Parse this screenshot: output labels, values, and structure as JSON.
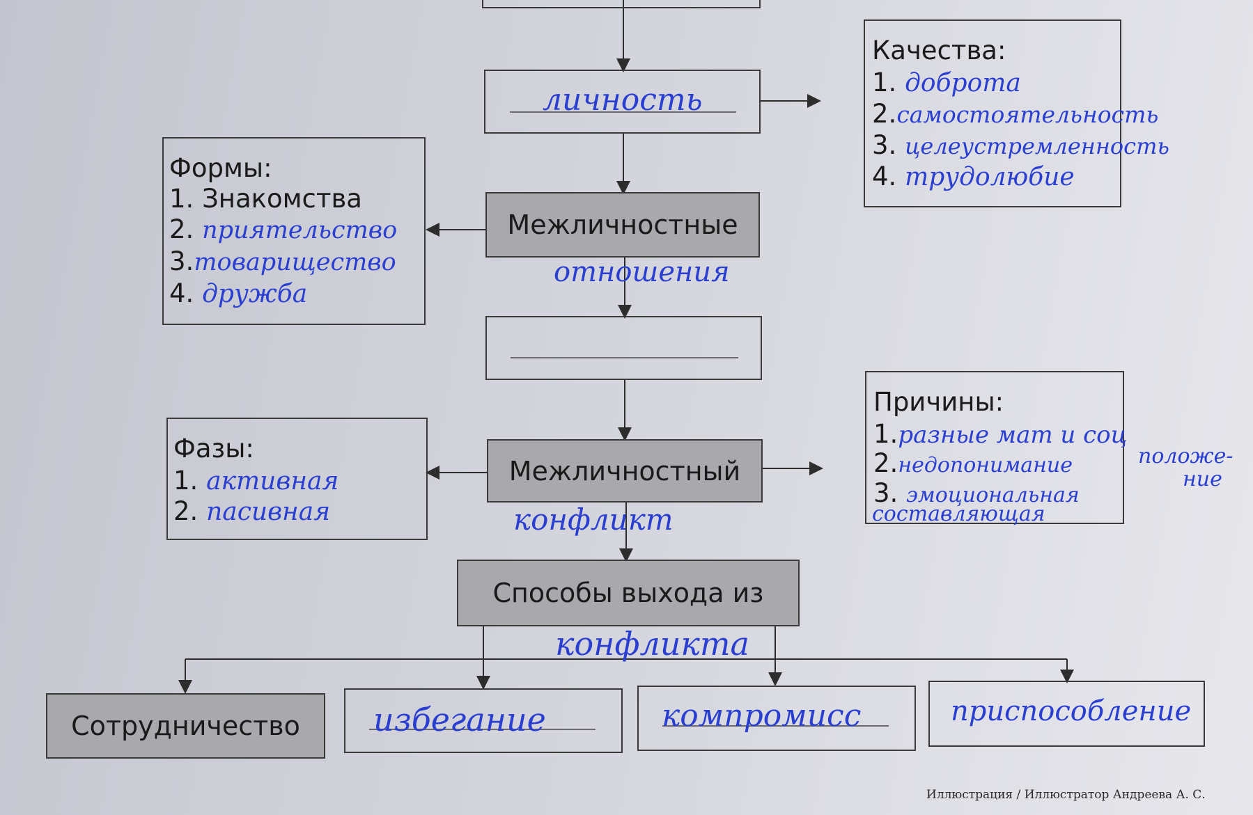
{
  "center_chain": {
    "personality_handwritten": "личность",
    "interpersonal_relations_label": "Межличностные",
    "interpersonal_relations_handwritten": "отношения",
    "interpersonal_conflict_label": "Межличностный",
    "interpersonal_conflict_handwritten": "конфликт",
    "resolution_label": "Способы выхода из",
    "resolution_handwritten": "конфликта"
  },
  "qualities": {
    "title": "Качества:",
    "items": [
      {
        "num": "1.",
        "value": "доброта"
      },
      {
        "num": "2.",
        "value": "самостоятельность"
      },
      {
        "num": "3.",
        "value": "целеустремленность"
      },
      {
        "num": "4.",
        "value": "трудолюбие"
      }
    ]
  },
  "forms": {
    "title": "Формы:",
    "items": [
      {
        "num": "1.",
        "value": "Знакомства"
      },
      {
        "num": "2.",
        "value": "приятельство"
      },
      {
        "num": "3.",
        "value": "товарищество"
      },
      {
        "num": "4.",
        "value": "дружба"
      }
    ]
  },
  "phases": {
    "title": "Фазы:",
    "items": [
      {
        "num": "1.",
        "value": "активная"
      },
      {
        "num": "2.",
        "value": "пасивная"
      }
    ]
  },
  "causes": {
    "title": "Причины:",
    "items": [
      {
        "num": "1.",
        "value": "разные мат и соц"
      },
      {
        "num": "2.",
        "value": "недопонимание"
      },
      {
        "num": "3.",
        "value": "эмоциональная"
      }
    ],
    "extra_right": "положе-",
    "extra_right2": "ние",
    "extra_bottom": "составляющая"
  },
  "methods": [
    {
      "label": "Сотрудничество",
      "handwritten": false
    },
    {
      "label": "избегание",
      "handwritten": true
    },
    {
      "label": "компромисс",
      "handwritten": true
    },
    {
      "label": "приспособление",
      "handwritten": true
    }
  ],
  "credit": "Иллюстрация / Иллюстратор Андреева А. С.",
  "colors": {
    "ink": "#2a3fd0",
    "box_gray": "#a9a9ad",
    "line": "#3a3a3a"
  }
}
